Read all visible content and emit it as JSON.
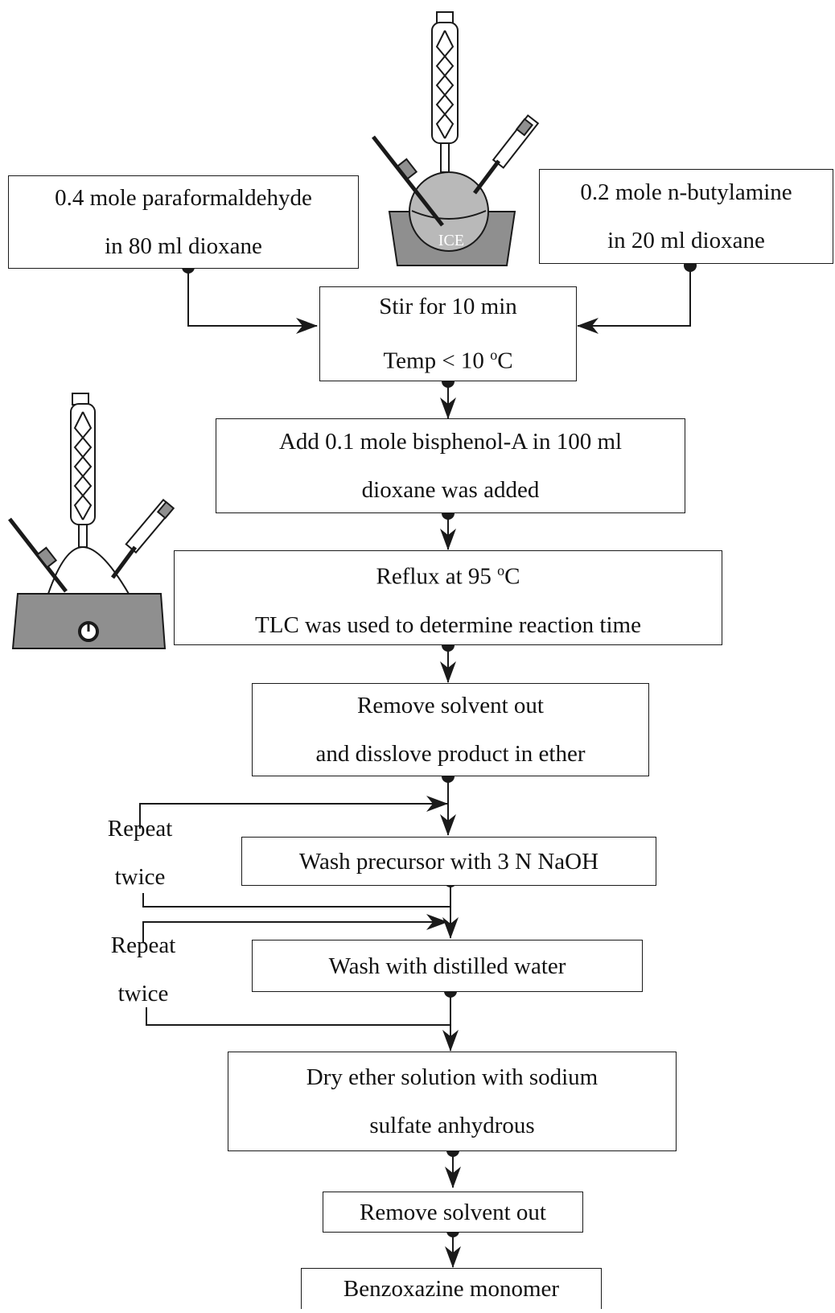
{
  "boxes": {
    "paraformaldehyde": {
      "line1": "0.4 mole paraformaldehyde",
      "line2": "in 80 ml dioxane"
    },
    "butylamine": {
      "line1": "0.2 mole n-butylamine",
      "line2": "in 20 ml dioxane"
    },
    "stir": {
      "line1": "Stir for 10 min",
      "line2_prefix": "Temp < 10 ",
      "line2_sup": "o",
      "line2_suffix": "C"
    },
    "bisphenol": {
      "line1": "Add 0.1 mole bisphenol-A in 100 ml",
      "line2": "dioxane was added"
    },
    "reflux": {
      "line1_prefix": "Reflux at 95 ",
      "line1_sup": "o",
      "line1_suffix": "C",
      "line2": "TLC was used to determine reaction time"
    },
    "remove_dissolve": {
      "line1": "Remove solvent out",
      "line2": "and disslove product in ether"
    },
    "wash_naoh": {
      "line1": "Wash precursor with 3 N NaOH"
    },
    "wash_water": {
      "line1": "Wash with distilled water"
    },
    "dry": {
      "line1": "Dry ether solution with sodium",
      "line2": "sulfate anhydrous"
    },
    "remove_final": {
      "line1": "Remove solvent out"
    },
    "product": {
      "line1": "Benzoxazine monomer"
    }
  },
  "repeat_notes": [
    {
      "line1": "Repeat",
      "line2": "twice"
    },
    {
      "line1": "Repeat",
      "line2": "twice"
    }
  ],
  "apparatus": {
    "ice_bath_label": "ICE"
  },
  "colors": {
    "line": "#1a1a1a",
    "bath": "#8f8f8f",
    "flask": "#b9b9b9"
  }
}
